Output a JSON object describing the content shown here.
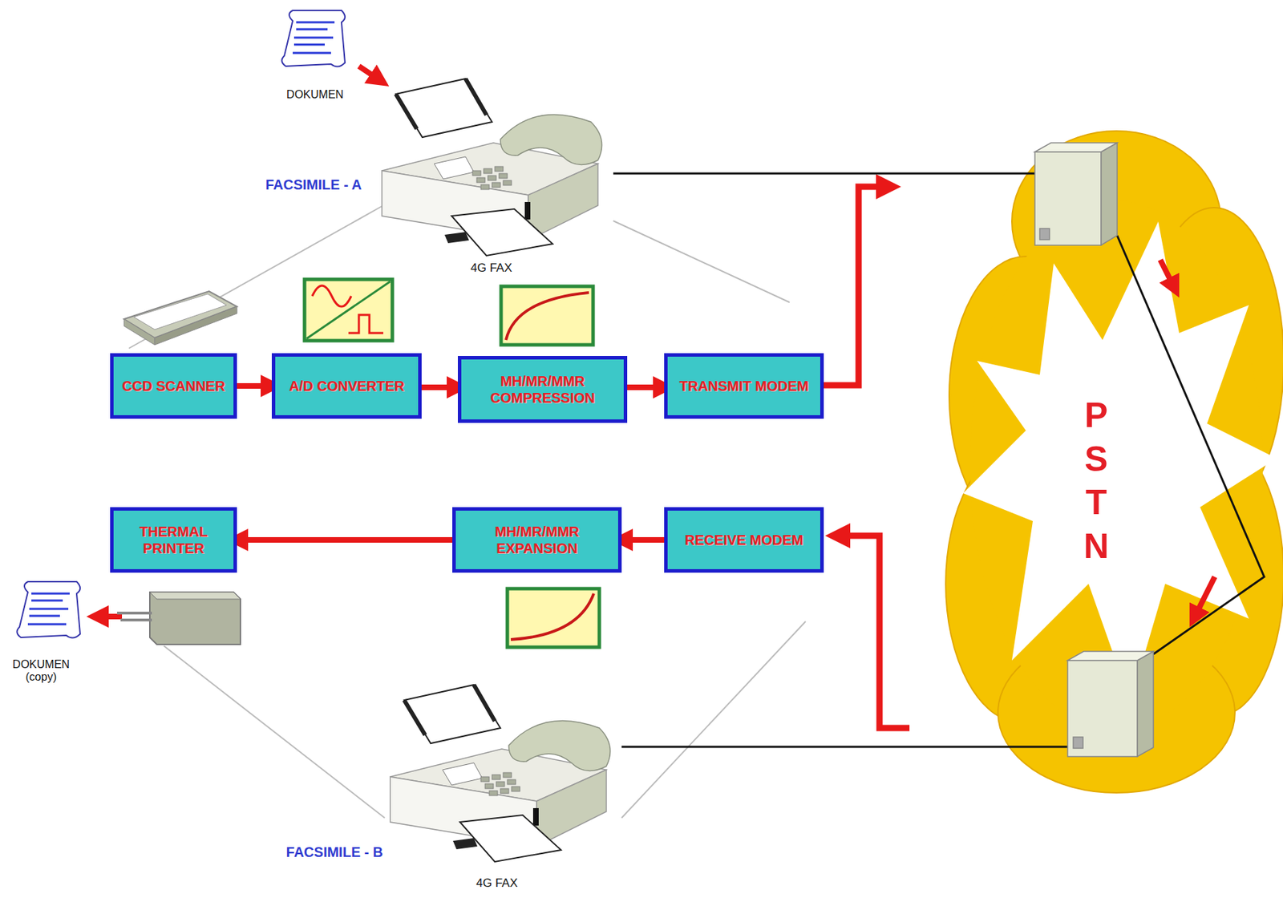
{
  "diagram": {
    "nodes": [
      {
        "text": [
          "CCD SCANNER"
        ]
      },
      {
        "text": [
          "A/D CONVERTER"
        ]
      },
      {
        "text": [
          "MH/MR/MMR COMPRESSION"
        ]
      },
      {
        "text": [
          "TRANSMIT MODEM"
        ]
      },
      {
        "text": [
          "THERMAL PRINTER"
        ]
      },
      {
        "text": [
          "MH/MR/MMR EXPANSION"
        ]
      },
      {
        "text": [
          "RECEIVE MODEM"
        ]
      },
      {
        "text": [
          "PSTN"
        ]
      }
    ],
    "edges": [
      {
        "from": 0,
        "to": 1,
        "arrow": "to"
      },
      {
        "from": 1,
        "to": 2,
        "arrow": "to"
      },
      {
        "from": 2,
        "to": 3,
        "arrow": "to"
      },
      {
        "from": 6,
        "to": 5,
        "arrow": "to"
      },
      {
        "from": 5,
        "to": 4,
        "arrow": "to"
      }
    ],
    "labels": [
      "DOKUMEN",
      "FACSIMILE - A",
      "4G FAX",
      "DOKUMEN (copy)",
      "FACSIMILE - B",
      "4G FAX"
    ]
  }
}
